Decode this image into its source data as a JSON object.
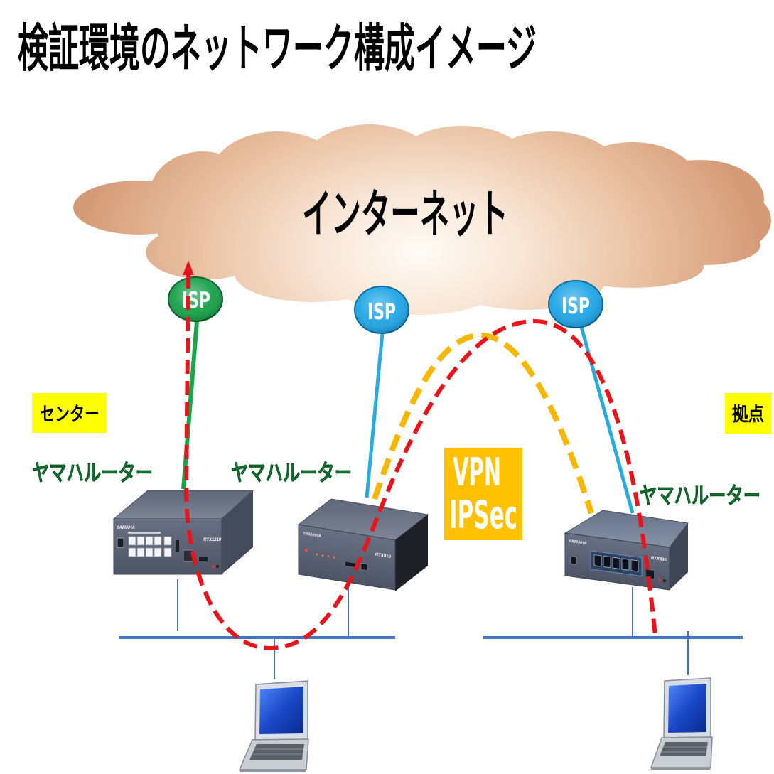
{
  "title": "検証環境のネットワーク構成イメージ",
  "internet": {
    "label": "インターネット",
    "icon": "cloud-icon"
  },
  "isps": [
    {
      "label": "ISP",
      "color": "#16a047"
    },
    {
      "label": "ISP",
      "color": "#1ea5e6"
    },
    {
      "label": "ISP",
      "color": "#1ea5e6"
    }
  ],
  "sites": {
    "center": "センター",
    "branch": "拠点"
  },
  "routers": [
    {
      "label": "ヤマハルーター",
      "brand": "YAMAHA",
      "model": "RTX1210",
      "icon": "router-icon"
    },
    {
      "label": "ヤマハルーター",
      "brand": "YAMAHA",
      "model": "RTX810",
      "icon": "router-icon"
    },
    {
      "label": "ヤマハルーター",
      "brand": "YAMAHA",
      "model": "RTX830",
      "icon": "router-icon"
    }
  ],
  "clients": [
    {
      "icon": "laptop-icon"
    },
    {
      "icon": "laptop-icon"
    }
  ],
  "vpn": {
    "line1": "VPN",
    "line2": "IPSec"
  },
  "colors": {
    "cloud_center": "#fffbf6",
    "cloud_edge": "#d59b77",
    "isp_link_green": "#18a849",
    "isp_link_blue": "#29abe2",
    "site_label_bg": "#ffff00",
    "router_label": "#1a8a3c",
    "vpn_box": "#ffc000",
    "vpn_text": "#ffffff",
    "traffic_path": "#e8141c",
    "vpn_tunnel": "#f5b700",
    "lan": "#4472c4"
  }
}
